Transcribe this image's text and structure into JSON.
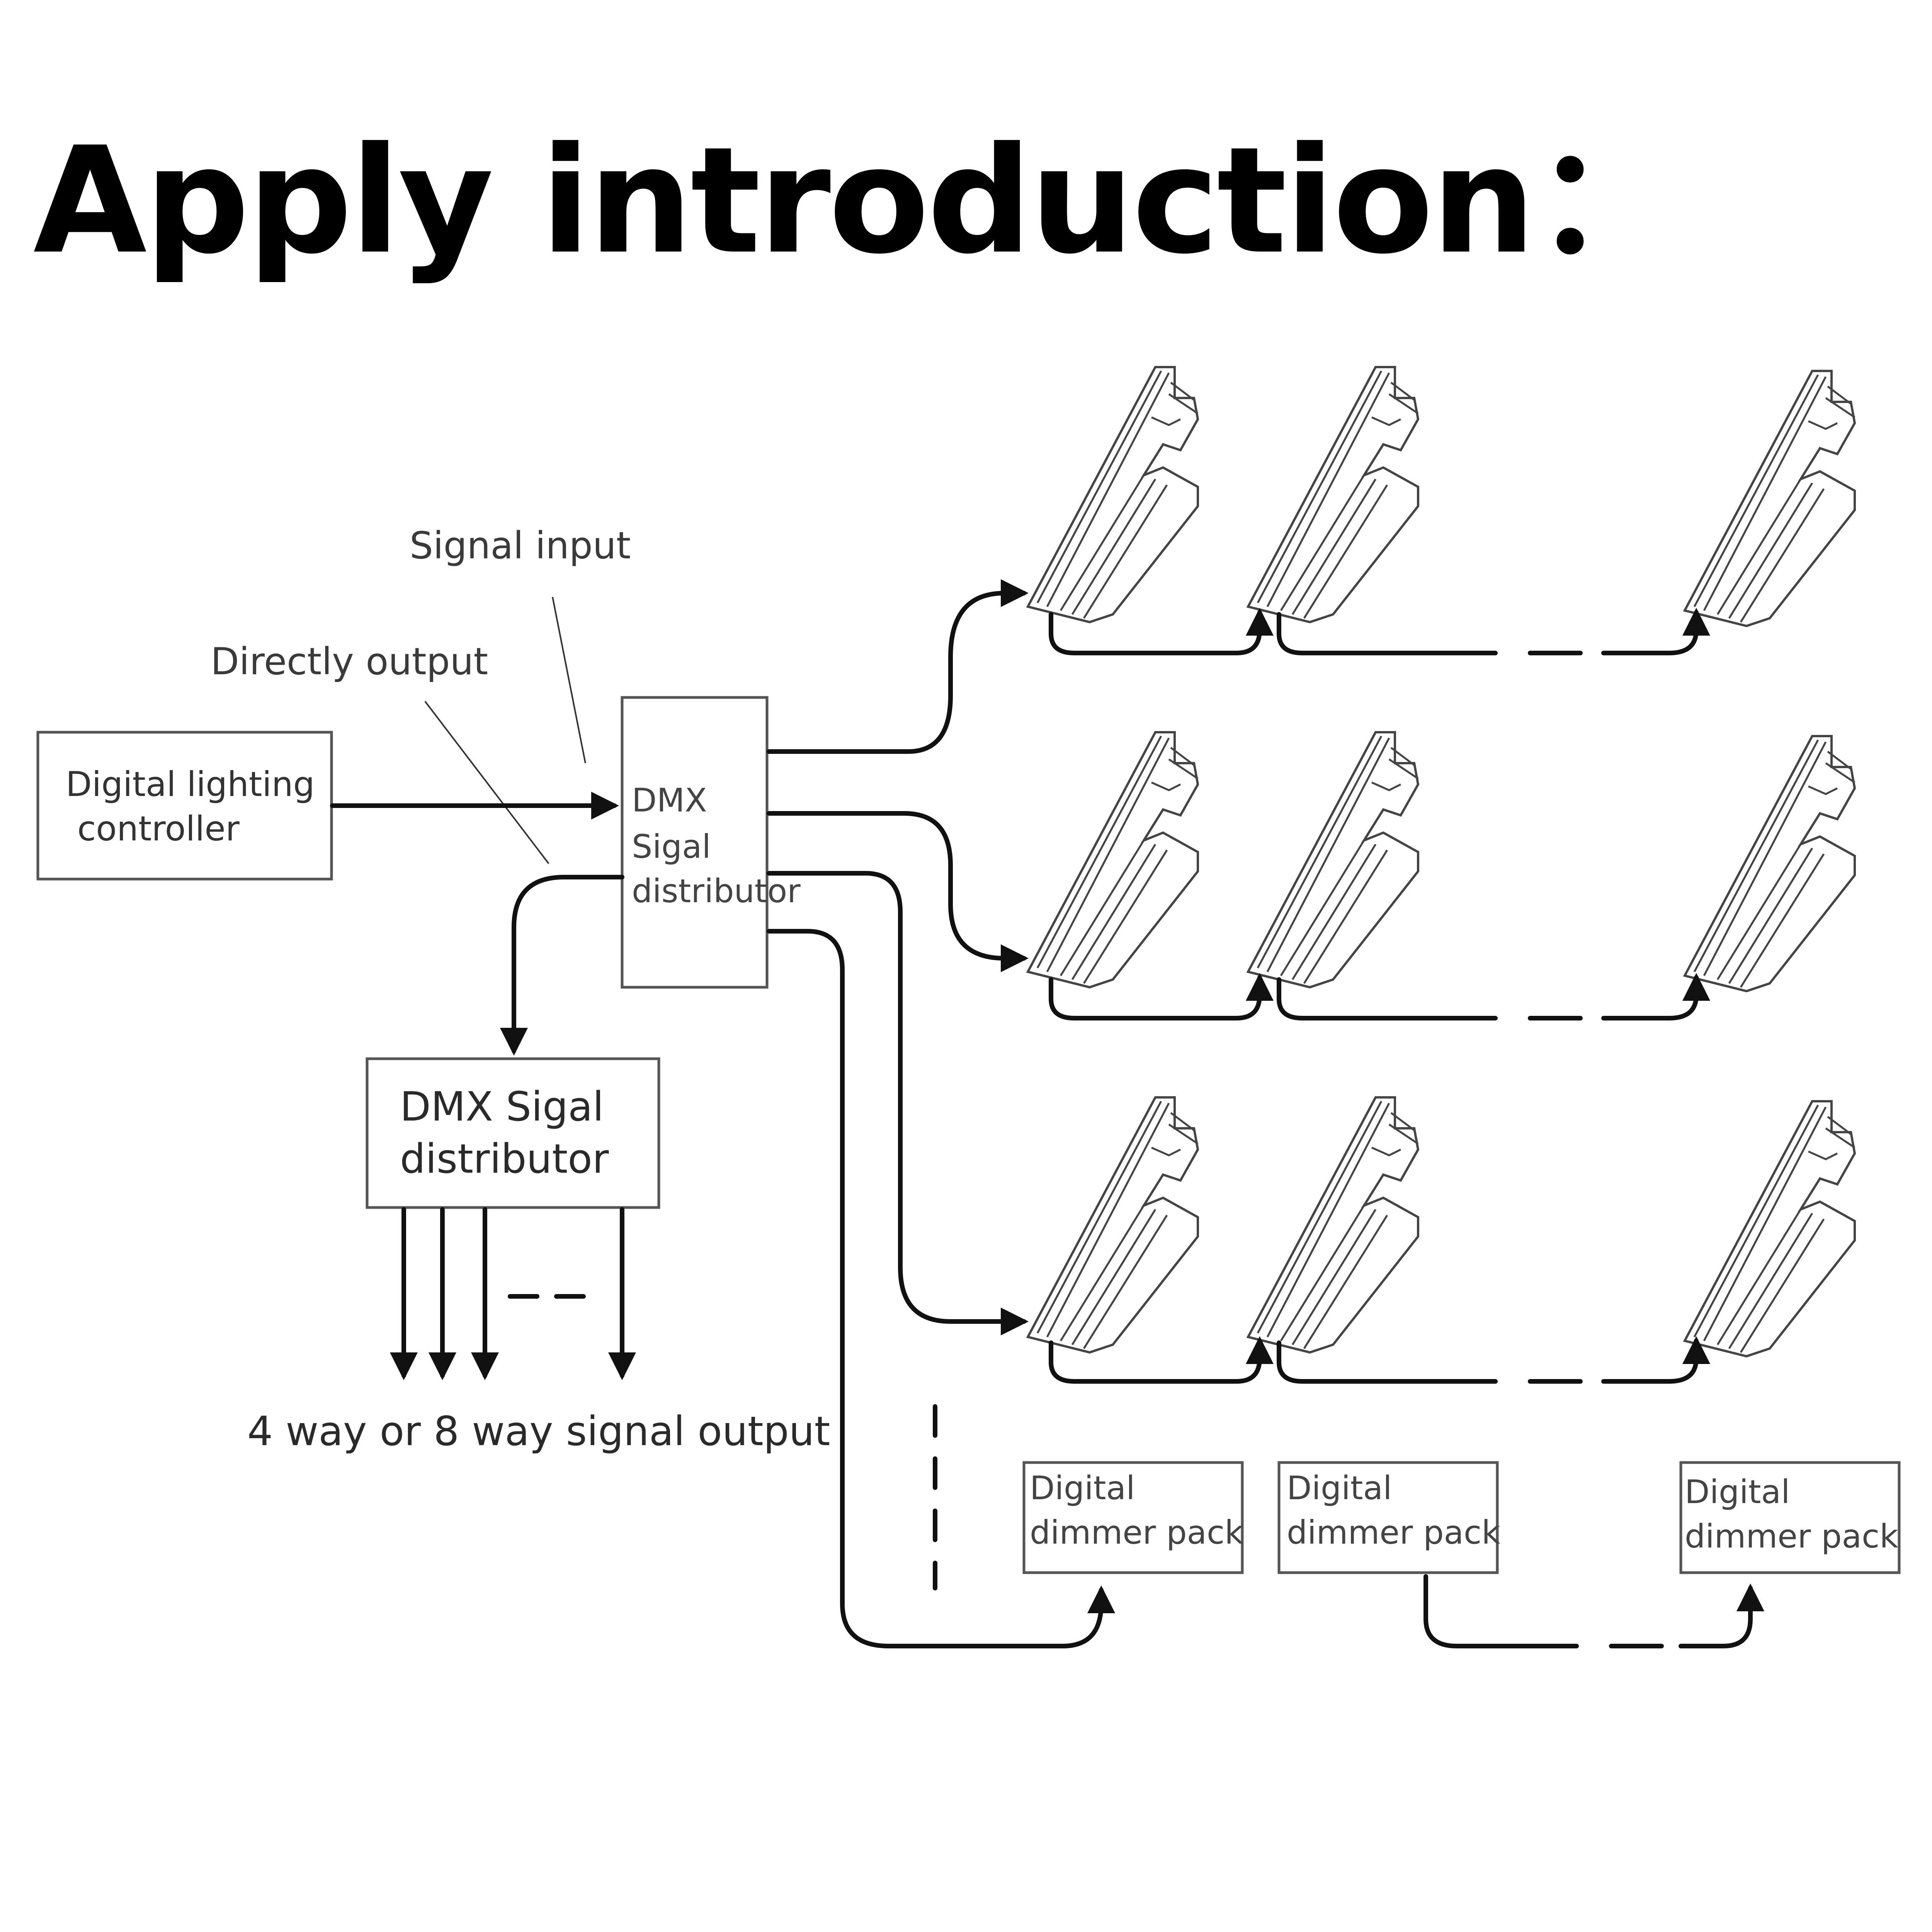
{
  "title": "Apply introduction：",
  "labels": {
    "signal_input": "Signal input",
    "directly_output": "Directly output"
  },
  "controller": {
    "line1": "Digital lighting",
    "line2": "controller"
  },
  "main_distributor": {
    "line1": "DMX",
    "line2": "Sigal",
    "line3": "distributor"
  },
  "sub_distributor": {
    "line1": "DMX Sigal",
    "line2": "distributor",
    "output_label": "4 way or 8 way signal output"
  },
  "dimmer_packs": [
    {
      "line1": "Digital",
      "line2": "dimmer pack"
    },
    {
      "line1": "Digital",
      "line2": "dimmer pack"
    },
    {
      "line1": "Digital",
      "line2": "dimmer pack"
    }
  ],
  "fixture_rows": 3,
  "fixtures_per_row": 3,
  "colors": {
    "line": "#111111",
    "box_border": "#555555",
    "text": "#3a3a3a"
  }
}
